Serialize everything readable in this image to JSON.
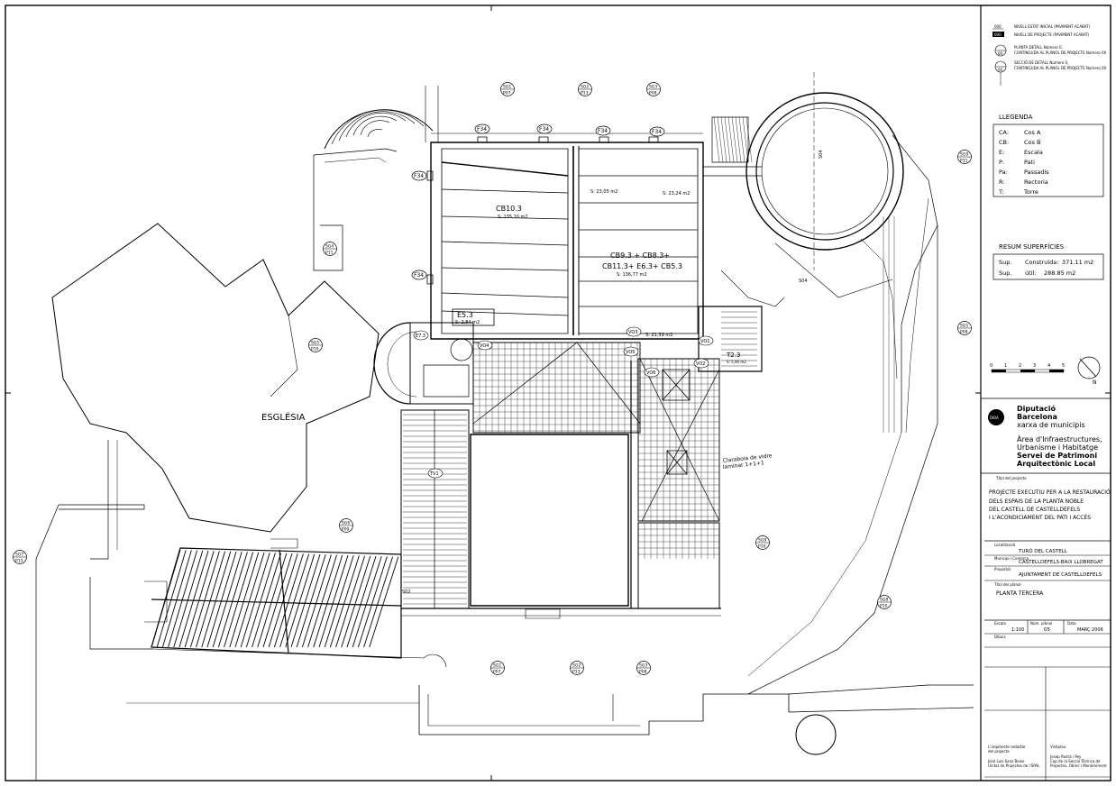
{
  "legend_top": [
    {
      "symbol": "000",
      "text": "NIVELL ESTAT INICIAL (PAVIMENT ACABAT)"
    },
    {
      "symbol": "000",
      "text": "NIVELL DE PROJECTE (PAVIMENT ACABAT)"
    },
    {
      "symbol": "00",
      "text": "PLANTA DETALL Número 0,",
      "text2": "CONTINGUDA AL PLÀNOL DE PROJECTE Número 00"
    },
    {
      "symbol": "00",
      "text": "SECCIÓ DE DETALL Número 0,",
      "text2": "CONTINGUDA AL PLÀNOL DE PROJECTE Número 00"
    }
  ],
  "legend": {
    "title": "LLEGENDA",
    "items": [
      {
        "code": "CA:",
        "label": "Cos A"
      },
      {
        "code": "CB:",
        "label": "Cos B"
      },
      {
        "code": "E:",
        "label": "Escala"
      },
      {
        "code": "P:",
        "label": "Pati"
      },
      {
        "code": "Pa:",
        "label": "Passadís"
      },
      {
        "code": "R:",
        "label": "Rectoria"
      },
      {
        "code": "T:",
        "label": "Torre"
      }
    ]
  },
  "surfaces": {
    "title": "RESUM SUPERFÍCIES",
    "rows": [
      {
        "code": "Sup.",
        "label": "Construïda:",
        "value": "371.11 m2"
      },
      {
        "code": "Sup.",
        "label": "útil:",
        "value": "288.85 m2"
      }
    ]
  },
  "scale_bar": {
    "ticks": [
      "0",
      "1",
      "2",
      "3",
      "4",
      "5"
    ],
    "north": "N"
  },
  "institution": {
    "logo_text": "DIBA",
    "name1": "Diputació",
    "name2": "Barcelona",
    "name3": "xarxa de municipis",
    "area1": "Àrea d'Infraestructures,",
    "area2": "Urbanisme i Habitatge",
    "service1": "Servei de Patrimoni",
    "service2": "Arquitectònic Local"
  },
  "project": {
    "label": "Títol del projecte",
    "lines": [
      "PROJECTE EXECUTIU PER A LA RESTAURACIÓ",
      "DELS ESPAIS DE LA PLANTA NOBLE",
      "DEL CASTELL DE CASTELLDEFELS",
      "I L'ACONDICIAMENT DEL PATI I ACCÉS"
    ]
  },
  "location": {
    "label": "Localització",
    "value": "TURÓ DEL CASTELL"
  },
  "municipality": {
    "label": "Municipi i Comarca",
    "value": "CASTELLDEFELS-BAIX LLOBREGAT"
  },
  "promoter": {
    "label": "Propietat",
    "value": "AJUNTAMENT DE CASTELLDEFELS"
  },
  "plan_title": {
    "label": "Títol del plànol",
    "value": "PLANTA TERCERA"
  },
  "scale": {
    "label": "Escala",
    "value": "1:100"
  },
  "plan_number": {
    "label": "Núm. plànol",
    "value": "05"
  },
  "date": {
    "label": "Data",
    "value": "MARÇ 2006"
  },
  "drawn": {
    "label": "Dibuix"
  },
  "architect": {
    "label1": "L'arquitecte redactor",
    "label2": "del projecte",
    "name": "José Luis Sanz Boixo",
    "role": "Unitat de Projectes de l'SPAL"
  },
  "approval": {
    "label": "Vistiplau",
    "name": "Josep Rodrà i Pey",
    "role1": "Cap de la Secció Tècnica de",
    "role2": "Projectes, Obres i Manteniment"
  },
  "plan_labels": {
    "church": "ESGLÉSIA",
    "room1": "CB10.3",
    "room1_area": "S: 135,10  m2",
    "room2a": "CB9.3 + CB8.3+",
    "room2b": "CB11.3+ E6.3+ CB5.3",
    "room2_area": "S: 136,77 m2",
    "area_a": "S: 23,05 m2",
    "area_b": "S: 23,24 m2",
    "e53": "E5.3",
    "e53_area": "S: 2,84  m2",
    "area_c": "S: 21,39 m2",
    "t23": "T2.3",
    "t23_area": "S: 5,90 m2",
    "skylight1": "Claraboia de vidre",
    "skylight2": "laminar 1+1+1",
    "tower_code": "S04",
    "s02": "S02",
    "markers": [
      {
        "t": "P07",
        "code": "SG1"
      },
      {
        "t": "P13",
        "code": "SG2"
      },
      {
        "t": "P08",
        "code": "SG3"
      },
      {
        "t": "P11",
        "code": "SG4"
      },
      {
        "t": "P10",
        "code": "SG5"
      },
      {
        "t": "P09",
        "code": "SG6"
      },
      {
        "t": "P13",
        "code": "SG7"
      },
      {
        "t": "P10",
        "code": "SG8"
      },
      {
        "t": "P11",
        "code": "SG9"
      },
      {
        "t": "P08",
        "code": "SG5"
      },
      {
        "t": "P07",
        "code": "SG1"
      },
      {
        "t": "P13",
        "code": "SG2"
      },
      {
        "t": "P08",
        "code": "SG3"
      },
      {
        "t": "P10",
        "code": "SG8"
      }
    ],
    "f34": "F34",
    "tags": [
      "E7.3",
      "VO4",
      "VO3",
      "VO1",
      "VO2",
      "VO5",
      "VO6",
      "TV1"
    ]
  }
}
